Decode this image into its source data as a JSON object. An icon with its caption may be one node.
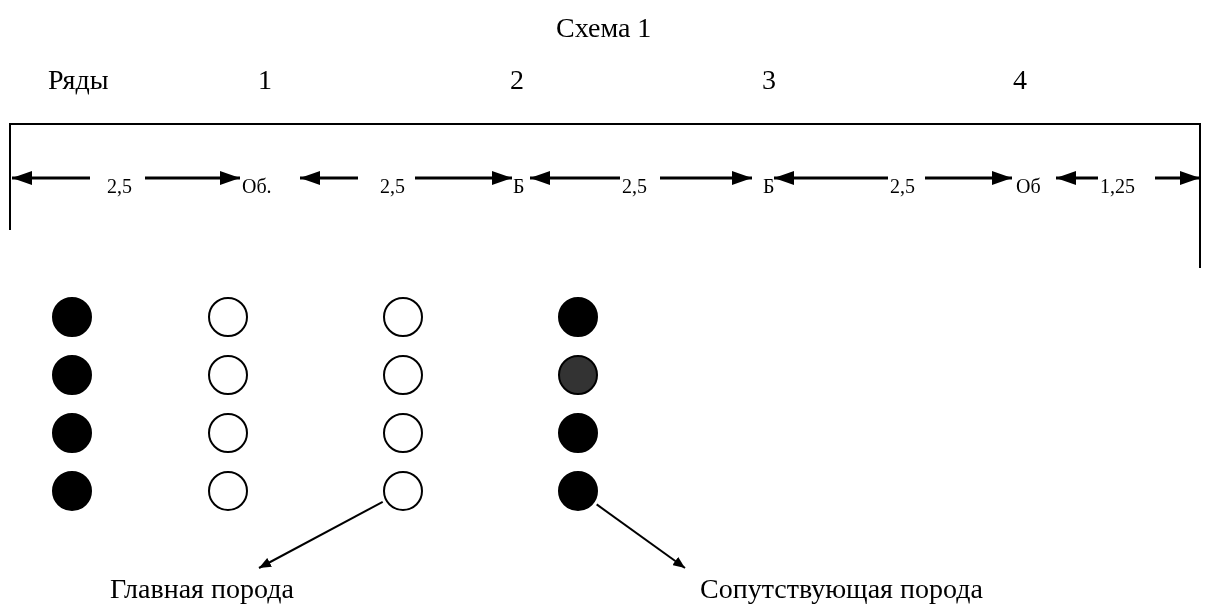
{
  "diagram": {
    "title": "Схема 1",
    "nodes": [
      {
        "text": [],
        "shape": "circle"
      },
      {
        "text": [],
        "shape": "circle"
      },
      {
        "text": [],
        "shape": "circle"
      },
      {
        "text": [],
        "shape": "circle"
      },
      {
        "text": [],
        "shape": "circle"
      },
      {
        "text": [],
        "shape": "circle"
      },
      {
        "text": [],
        "shape": "circle"
      },
      {
        "text": [],
        "shape": "circle"
      },
      {
        "text": [],
        "shape": "circle"
      },
      {
        "text": [],
        "shape": "circle"
      },
      {
        "text": [],
        "shape": "circle"
      },
      {
        "text": [],
        "shape": "circle"
      },
      {
        "text": [],
        "shape": "circle"
      },
      {
        "text": [],
        "shape": "circle"
      },
      {
        "text": [],
        "shape": "circle"
      },
      {
        "text": [],
        "shape": "circle"
      },
      {
        "text": [
          "Главная порода"
        ]
      },
      {
        "text": [
          "Сопутствующая порода"
        ]
      }
    ],
    "edges": [
      {
        "from": 14,
        "to": 16,
        "arrow": "to"
      },
      {
        "from": 15,
        "to": 17,
        "arrow": "to"
      }
    ],
    "labels": [
      "Ряды",
      "1",
      "2",
      "3",
      "4",
      "2,5",
      "Об.",
      "2,5",
      "Б",
      "2,5",
      "Б",
      "2,5",
      "Об",
      "1,25"
    ]
  }
}
